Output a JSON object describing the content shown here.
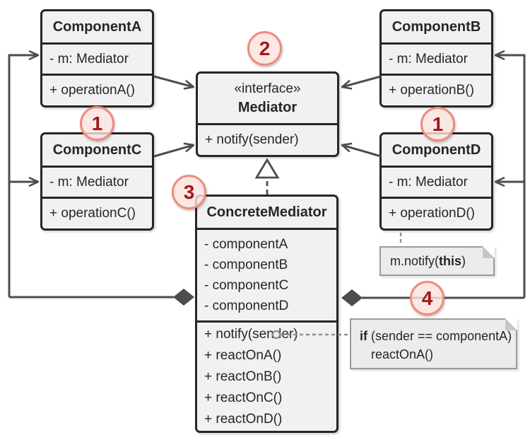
{
  "colors": {
    "box_fill": "#f1f1f1",
    "box_border": "#262626",
    "connector": "#4d4d4d",
    "note_fill": "#ececec",
    "note_border": "#9b9b9b",
    "badge_border": "#f18a7d",
    "badge_fill": "#fae3de",
    "badge_text": "#a3181d"
  },
  "classes": {
    "component_a": {
      "title": "ComponentA",
      "attributes": [
        "- m: Mediator"
      ],
      "methods": [
        "+ operationA()"
      ]
    },
    "component_b": {
      "title": "ComponentB",
      "attributes": [
        "- m: Mediator"
      ],
      "methods": [
        "+ operationB()"
      ]
    },
    "component_c": {
      "title": "ComponentC",
      "attributes": [
        "- m: Mediator"
      ],
      "methods": [
        "+ operationC()"
      ]
    },
    "component_d": {
      "title": "ComponentD",
      "attributes": [
        "- m: Mediator"
      ],
      "methods": [
        "+ operationD()"
      ]
    },
    "mediator": {
      "stereotype": "«interface»",
      "title": "Mediator",
      "methods": [
        "+ notify(sender)"
      ]
    },
    "concrete_mediator": {
      "title": "ConcreteMediator",
      "attributes": [
        "- componentA",
        "- componentB",
        "- componentC",
        "- componentD"
      ],
      "methods": [
        "+ notify(sender)",
        "+ reactOnA()",
        "+ reactOnB()",
        "+ reactOnC()",
        "+ reactOnD()"
      ]
    }
  },
  "notes": {
    "m_notify": {
      "pre": "m.notify(",
      "bold": "this",
      "post": ")"
    },
    "if_reaction": {
      "bold": "if",
      "rest": " (sender == componentA)",
      "line2": "reactOnA()"
    }
  },
  "badges": {
    "one": "1",
    "two": "2",
    "three": "3",
    "four": "4"
  }
}
